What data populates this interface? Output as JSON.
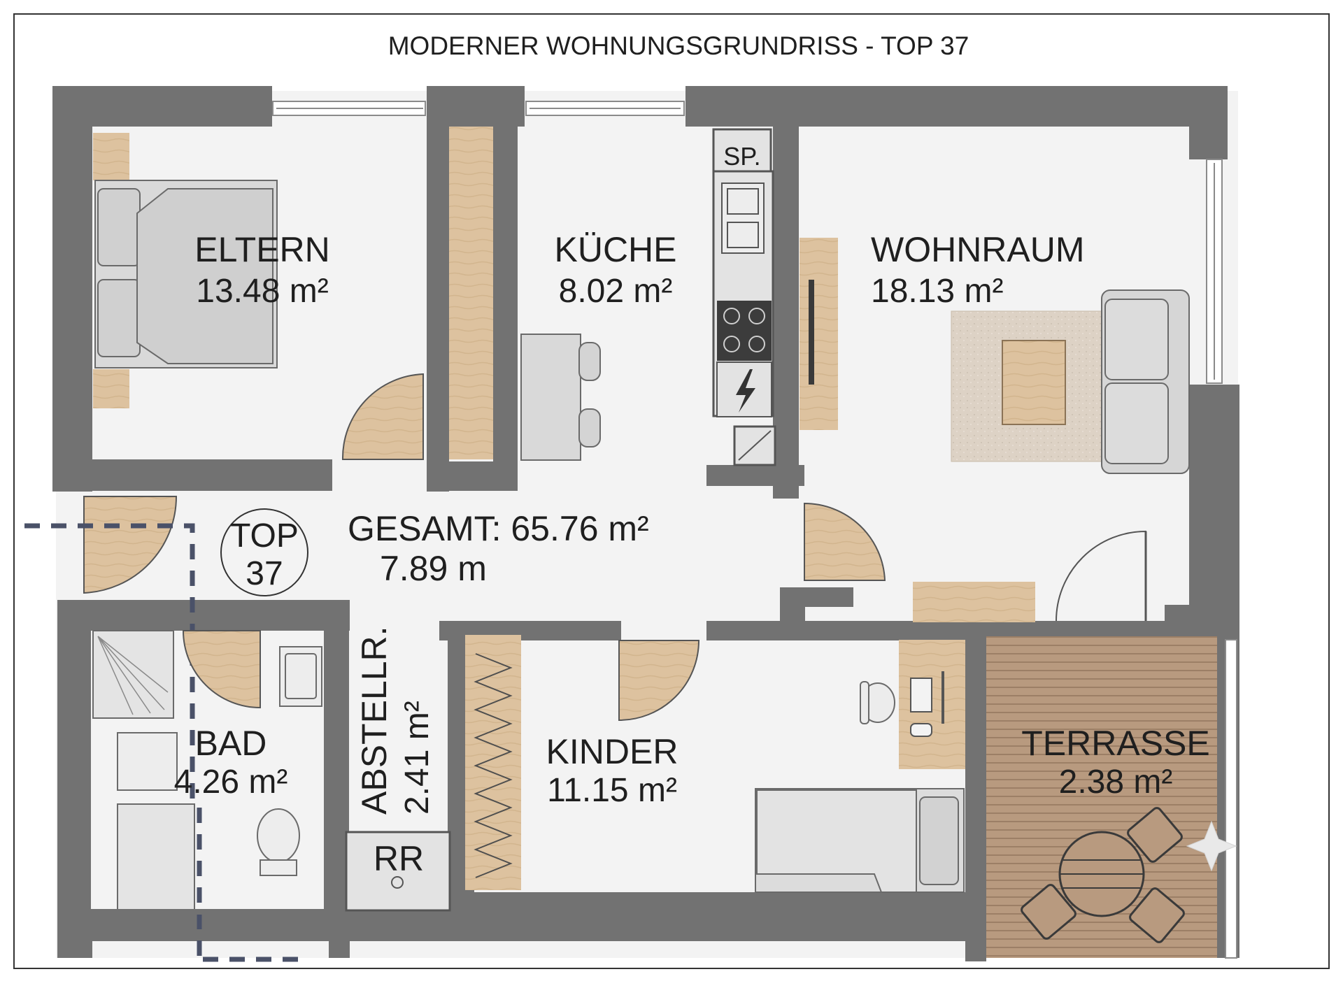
{
  "title": "MODERNER WOHNUNGSGRUNDRISS - TOP 37",
  "rooms": {
    "eltern": {
      "name": "ELTERN",
      "area": "13.48 m²"
    },
    "kueche": {
      "name": "KÜCHE",
      "area": "8.02 m²"
    },
    "wohnraum": {
      "name": "WOHNRAUM",
      "area": "18.13 m²"
    },
    "bad": {
      "name": "BAD",
      "area": "4.26 m²"
    },
    "abstellraum": {
      "name": "ABSTELLR.",
      "area": "2.41 m²"
    },
    "kinder": {
      "name": "KINDER",
      "area": "11.15 m²"
    },
    "terrasse": {
      "name": "TERRASSE",
      "area": "2.38 m²"
    }
  },
  "hallway": {
    "total": "GESAMT: 65.76 m²",
    "area": "7.89 m"
  },
  "unit_badge": {
    "line1": "TOP",
    "line2": "37"
  },
  "labels": {
    "storage": "SP.",
    "rr": "RR"
  },
  "colors": {
    "wall": "#727272",
    "wall_dark": "#5a5a5a",
    "floor": "#f3f3f3",
    "wood": "#ddc29f",
    "deck": "#b89a7f",
    "rug": "#ddd2c5",
    "furniture": "#dcdcdc"
  },
  "icons": [
    "electric-panel-icon",
    "shaft-icon",
    "shower-icon",
    "sink-icon",
    "toilet-icon",
    "stove-icon",
    "window-icon",
    "door-swing-icon"
  ]
}
